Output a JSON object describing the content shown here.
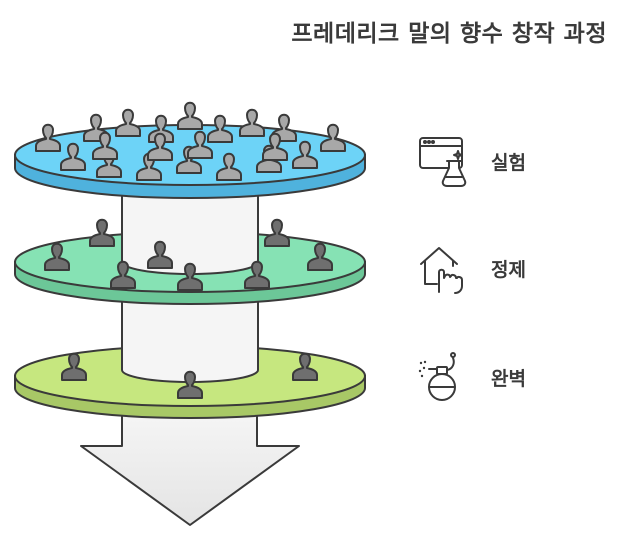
{
  "title": "프레데리크 말의 향수 창작 과정",
  "stages": [
    {
      "label": "실험",
      "icon": "browser-lab-flask-icon",
      "people": 20,
      "color": "#6dd3f7"
    },
    {
      "label": "정제",
      "icon": "house-hand-icon",
      "people": 8,
      "color": "#86e2b4"
    },
    {
      "label": "완벽",
      "icon": "perfume-bottle-icon",
      "people": 3,
      "color": "#c6e77f"
    }
  ],
  "colors": {
    "outline": "#3a3a3a",
    "person": "#a8a8a8",
    "person_dark": "#6f6f6f",
    "column": "#f5f5f5",
    "arrow": "#efefef"
  }
}
